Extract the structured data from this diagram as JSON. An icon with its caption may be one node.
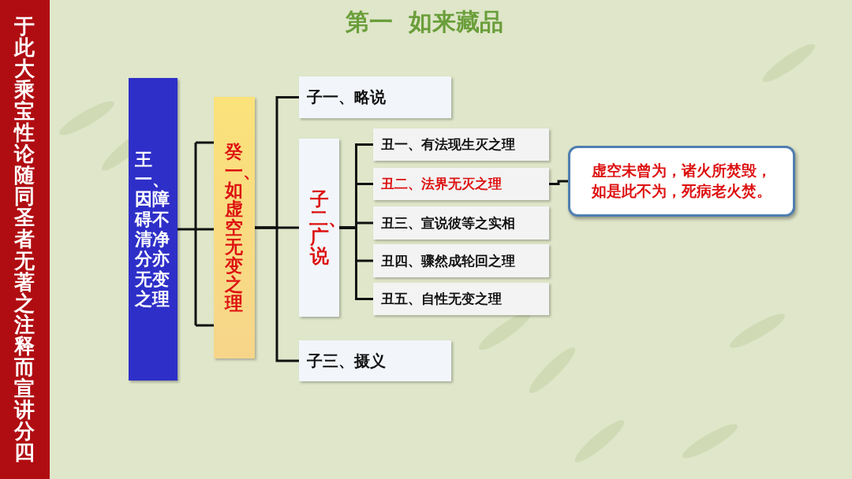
{
  "diagram": {
    "title": "第一  如来藏品",
    "nodes": [
      {
        "text": [
          "于此大乘宝性论随同圣者无著之注释而宣讲分四"
        ]
      },
      {
        "text": [
          "王一、因障碍不清净分亦无变之理"
        ]
      },
      {
        "text": [
          "癸一、如虚空无变之理"
        ]
      },
      {
        "text": [
          "子一、略说"
        ]
      },
      {
        "text": [
          "子二、广说"
        ]
      },
      {
        "text": [
          "丑一、有法现生灭之理"
        ]
      },
      {
        "text": [
          "丑二、法界无灭之理"
        ]
      },
      {
        "text": [
          "丑三、宣说彼等之实相"
        ]
      },
      {
        "text": [
          "丑四、骤然成轮回之理"
        ]
      },
      {
        "text": [
          "丑五、自性无变之理"
        ]
      },
      {
        "text": [
          "子三、摄义"
        ]
      },
      {
        "text": [
          "虚空未曾为，诸火所焚毁，如是此不为，死病老火焚。"
        ]
      }
    ],
    "edges": [
      {
        "from": 1,
        "to": 2,
        "arrow": "none"
      },
      {
        "from": 2,
        "to": 3,
        "arrow": "none"
      },
      {
        "from": 2,
        "to": 4,
        "arrow": "none"
      },
      {
        "from": 2,
        "to": 10,
        "arrow": "none"
      },
      {
        "from": 4,
        "to": 5,
        "arrow": "none"
      },
      {
        "from": 4,
        "to": 6,
        "arrow": "none"
      },
      {
        "from": 4,
        "to": 7,
        "arrow": "none"
      },
      {
        "from": 4,
        "to": 8,
        "arrow": "none"
      },
      {
        "from": 4,
        "to": 9,
        "arrow": "none"
      },
      {
        "from": 6,
        "to": 11,
        "arrow": "none"
      }
    ]
  }
}
